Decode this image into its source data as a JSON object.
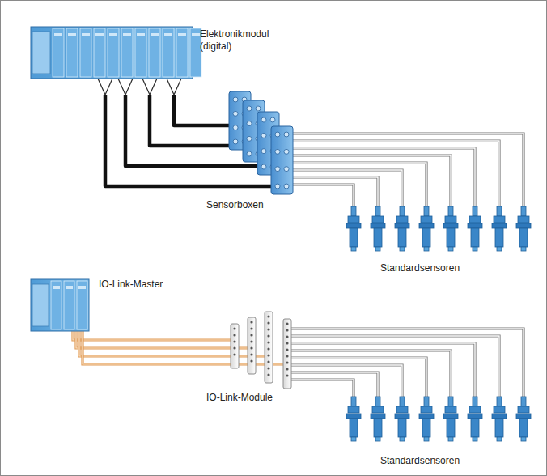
{
  "diagram": {
    "labels": [
      "Elektronikmodul (digital)",
      "Sensorboxen",
      "Standardsensoren",
      "IO-Link-Master",
      "IO-Link-Module",
      "Standardsensoren"
    ]
  }
}
